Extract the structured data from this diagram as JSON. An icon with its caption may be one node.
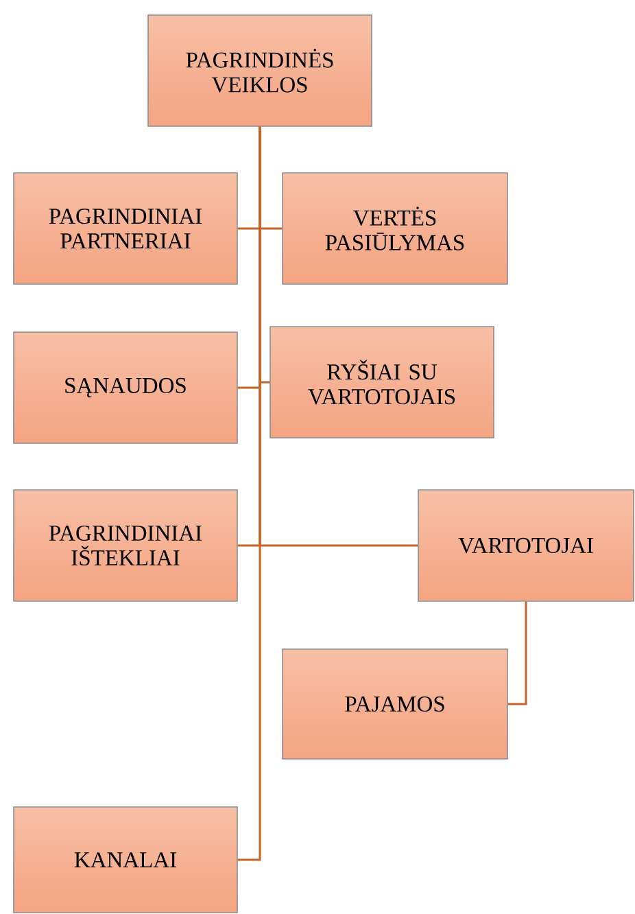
{
  "diagram": {
    "nodes": [
      {
        "text": [
          "PAGRINDINĖS VEIKLOS"
        ]
      },
      {
        "text": [
          "PAGRINDINIAI PARTNERIAI"
        ]
      },
      {
        "text": [
          "VERTĖS PASIŪLYMAS"
        ]
      },
      {
        "text": [
          "SĄNAUDOS"
        ]
      },
      {
        "text": [
          "RYŠIAI SU VARTOTOJAIS"
        ]
      },
      {
        "text": [
          "PAGRINDINIAI IŠTEKLIAI"
        ]
      },
      {
        "text": [
          "VARTOTOJAI"
        ]
      },
      {
        "text": [
          "PAJAMOS"
        ]
      },
      {
        "text": [
          "KANALAI"
        ]
      }
    ],
    "edges": [
      {
        "from": 0,
        "to": 1,
        "arrow": "none"
      },
      {
        "from": 0,
        "to": 2,
        "arrow": "none"
      },
      {
        "from": 0,
        "to": 3,
        "arrow": "none"
      },
      {
        "from": 0,
        "to": 4,
        "arrow": "none"
      },
      {
        "from": 0,
        "to": 5,
        "arrow": "none"
      },
      {
        "from": 0,
        "to": 6,
        "arrow": "none"
      },
      {
        "from": 0,
        "to": 8,
        "arrow": "none"
      },
      {
        "from": 6,
        "to": 7,
        "arrow": "none"
      }
    ]
  }
}
